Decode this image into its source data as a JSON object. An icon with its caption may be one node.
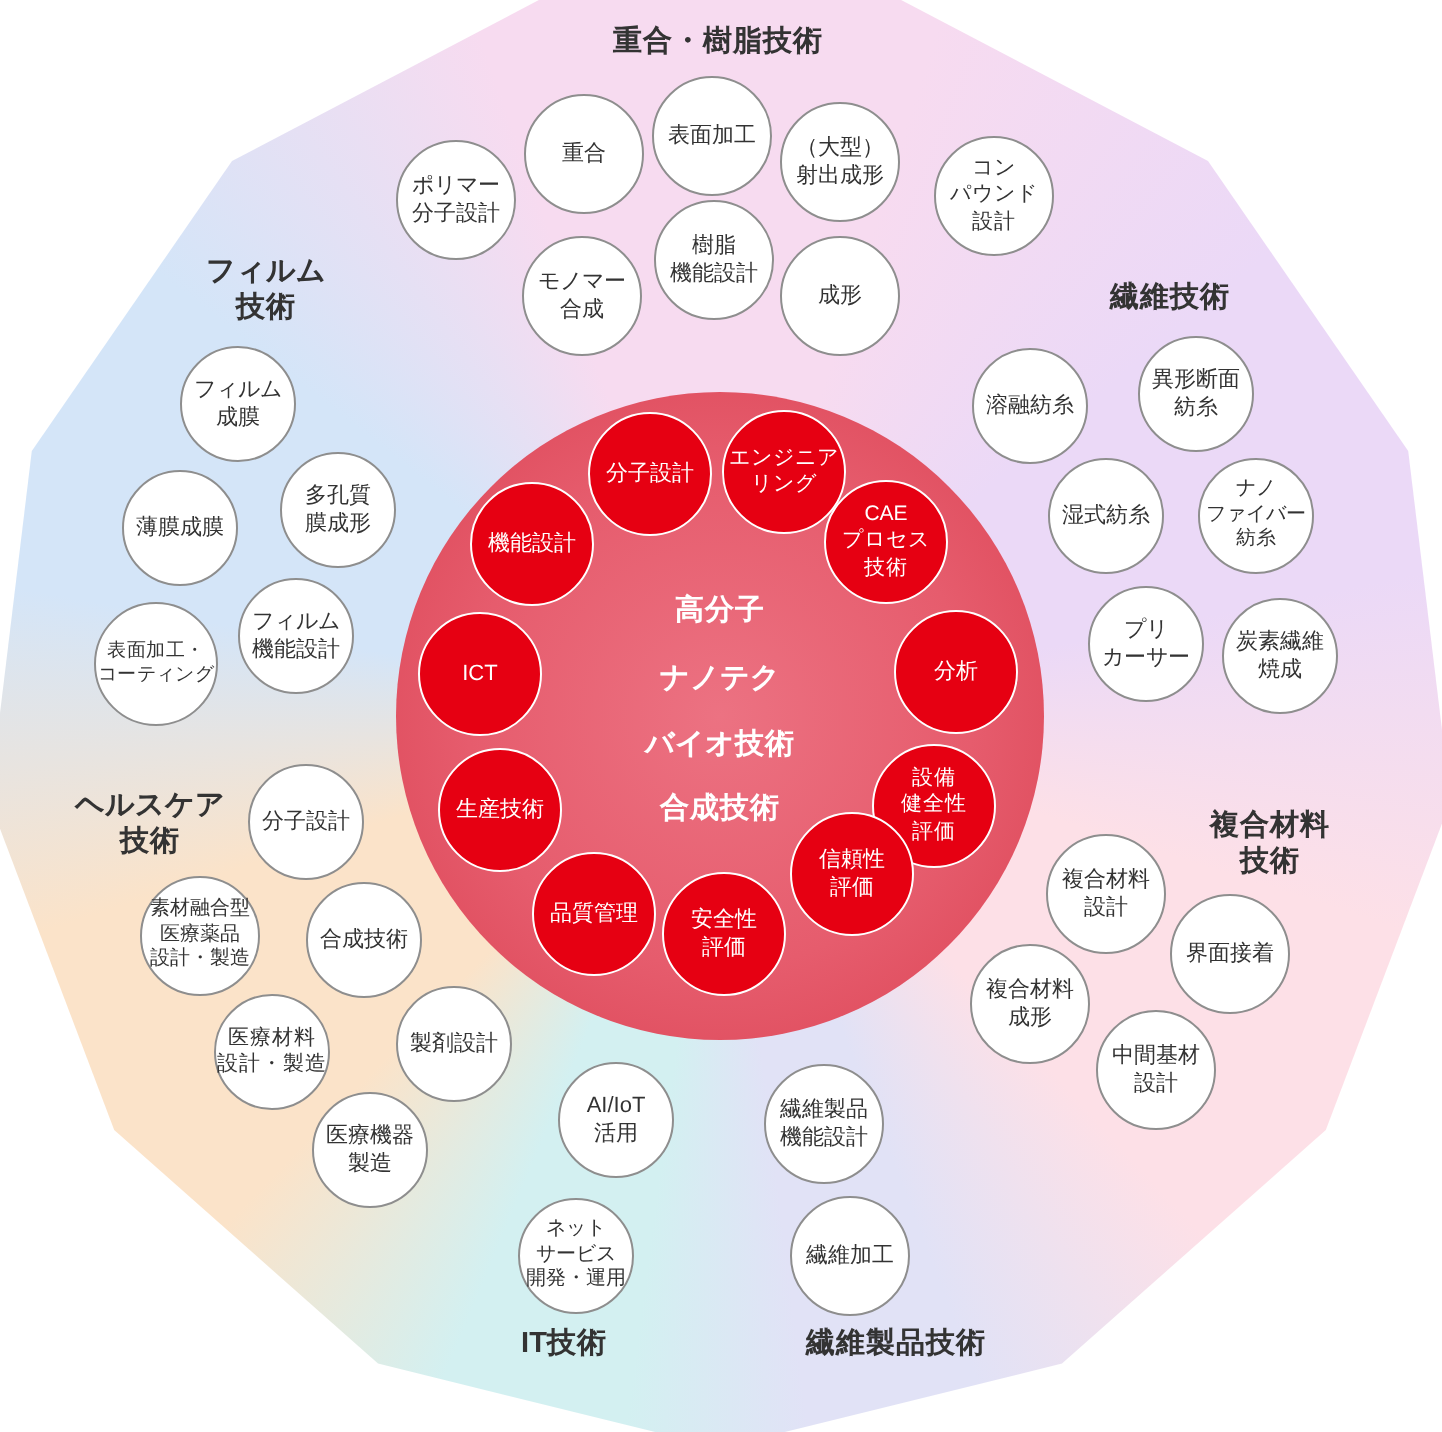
{
  "diagram": {
    "nodes": [
      {
        "text": [
          "ポリマー分子設計"
        ]
      },
      {
        "text": [
          "重合"
        ]
      },
      {
        "text": [
          "表面加工"
        ]
      },
      {
        "text": [
          "（大型）射出成形"
        ]
      },
      {
        "text": [
          "コンパウンド設計"
        ]
      },
      {
        "text": [
          "モノマー合成"
        ]
      },
      {
        "text": [
          "樹脂機能設計"
        ]
      },
      {
        "text": [
          "成形"
        ]
      },
      {
        "text": [
          "フィルム成膜"
        ]
      },
      {
        "text": [
          "薄膜成膜"
        ]
      },
      {
        "text": [
          "多孔質膜成形"
        ]
      },
      {
        "text": [
          "表面加工・コーティング"
        ]
      },
      {
        "text": [
          "フィルム機能設計"
        ]
      },
      {
        "text": [
          "溶融紡糸"
        ]
      },
      {
        "text": [
          "異形断面紡糸"
        ]
      },
      {
        "text": [
          "湿式紡糸"
        ]
      },
      {
        "text": [
          "ナノファイバー紡糸"
        ]
      },
      {
        "text": [
          "プリカーサー"
        ]
      },
      {
        "text": [
          "炭素繊維焼成"
        ]
      },
      {
        "text": [
          "高分子",
          "ナノテク",
          "バイオ技術",
          "合成技術"
        ]
      },
      {
        "text": [
          "分子設計"
        ],
        "in": 19
      },
      {
        "text": [
          "エンジニアリング"
        ],
        "in": 19
      },
      {
        "text": [
          "CAEプロセス技術"
        ],
        "in": 19
      },
      {
        "text": [
          "分析"
        ],
        "in": 19
      },
      {
        "text": [
          "設備健全性評価"
        ],
        "in": 19
      },
      {
        "text": [
          "信頼性評価"
        ],
        "in": 19
      },
      {
        "text": [
          "安全性評価"
        ],
        "in": 19
      },
      {
        "text": [
          "品質管理"
        ],
        "in": 19
      },
      {
        "text": [
          "生産技術"
        ],
        "in": 19
      },
      {
        "text": [
          "ICT"
        ],
        "in": 19
      },
      {
        "text": [
          "機能設計"
        ],
        "in": 19
      },
      {
        "text": [
          "分子設計"
        ]
      },
      {
        "text": [
          "素材融合型医療薬品設計・製造"
        ]
      },
      {
        "text": [
          "合成技術"
        ]
      },
      {
        "text": [
          "医療材料設計・製造"
        ]
      },
      {
        "text": [
          "製剤設計"
        ]
      },
      {
        "text": [
          "医療機器製造"
        ]
      },
      {
        "text": [
          "複合材料設計"
        ]
      },
      {
        "text": [
          "界面接着"
        ]
      },
      {
        "text": [
          "複合材料成形"
        ]
      },
      {
        "text": [
          "中間基材設計"
        ]
      },
      {
        "text": [
          "AI/IoT活用"
        ]
      },
      {
        "text": [
          "ネットサービス開発・運用"
        ]
      },
      {
        "text": [
          "繊維製品機能設計"
        ]
      },
      {
        "text": [
          "繊維加工"
        ]
      }
    ],
    "labels": [
      "重合・樹脂技術",
      "フィルム技術",
      "繊維技術",
      "ヘルスケア技術",
      "複合材料技術",
      "IT技術",
      "繊維製品技術"
    ]
  }
}
